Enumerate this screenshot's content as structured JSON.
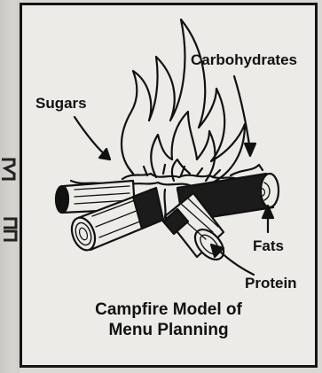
{
  "figure": {
    "labels": {
      "carbohydrates": "Carbohydrates",
      "sugars": "Sugars",
      "fats": "Fats",
      "protein": "Protein"
    },
    "caption_line1": "Campfire Model of",
    "caption_line2": "Menu Planning"
  },
  "colors": {
    "ink": "#111111",
    "panel": "#ecebe7",
    "page": "#d9d8d4"
  }
}
